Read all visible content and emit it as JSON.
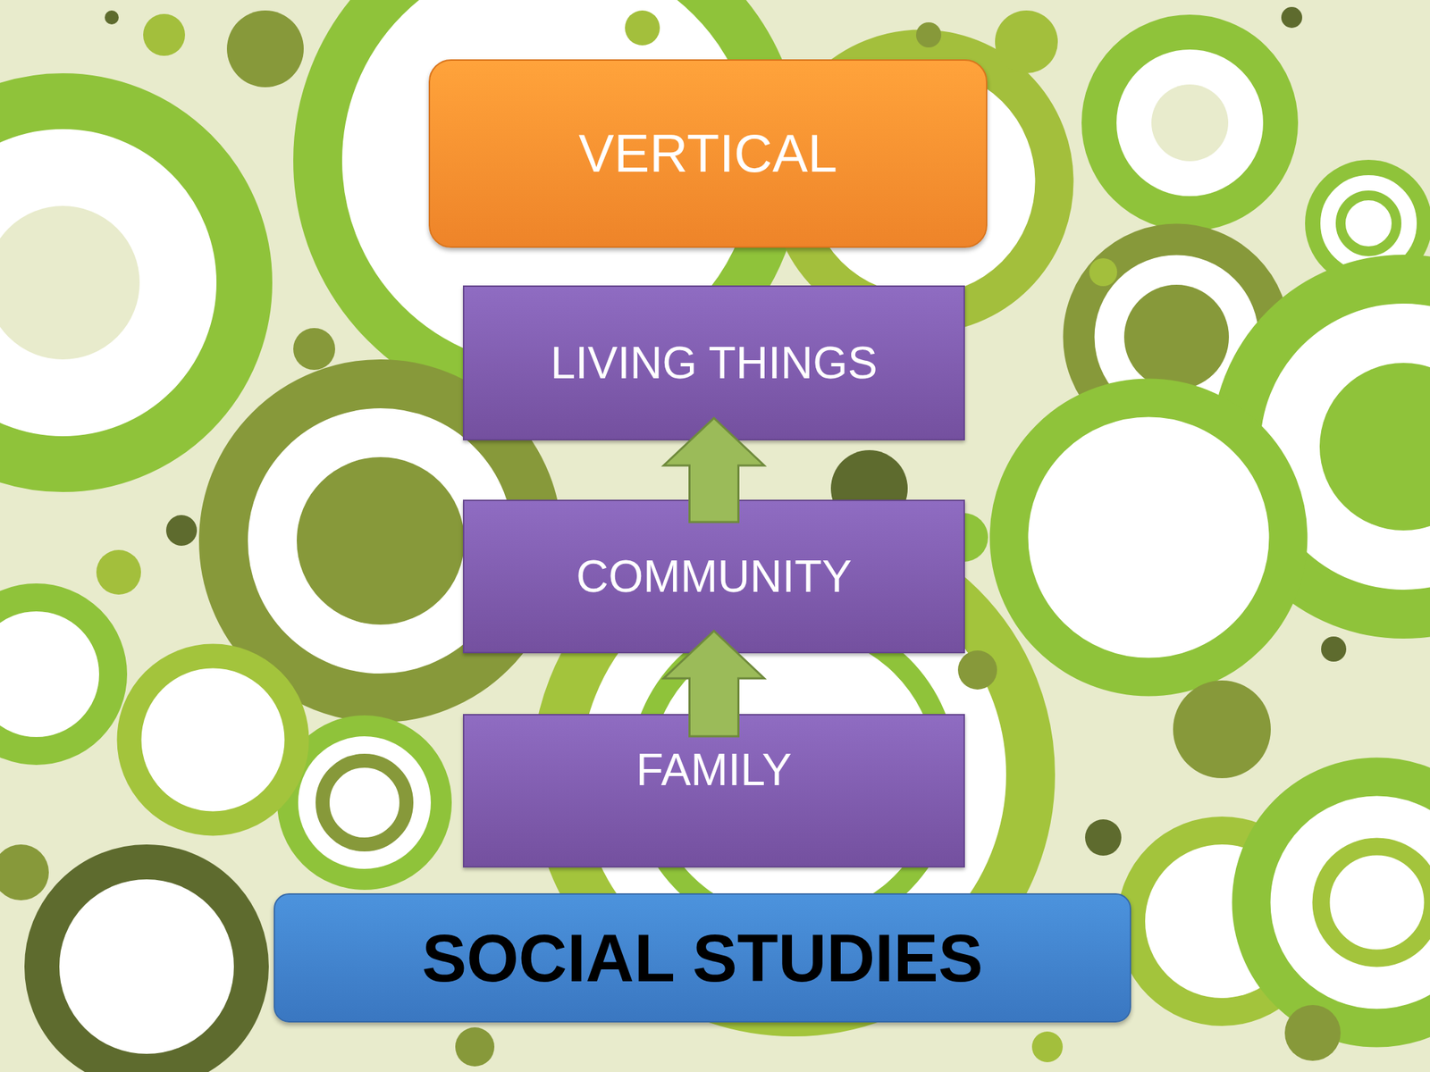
{
  "diagram": {
    "nodes": [
      {
        "text": [
          "VERTICAL"
        ]
      },
      {
        "text": [
          "LIVING THINGS"
        ]
      },
      {
        "text": [
          "COMMUNITY"
        ]
      },
      {
        "text": [
          "FAMILY"
        ]
      },
      {
        "text": [
          "SOCIAL STUDIES"
        ]
      }
    ],
    "edges": [
      {
        "from": 3,
        "to": 2,
        "arrow": "to"
      },
      {
        "from": 2,
        "to": 1,
        "arrow": "to"
      }
    ]
  }
}
